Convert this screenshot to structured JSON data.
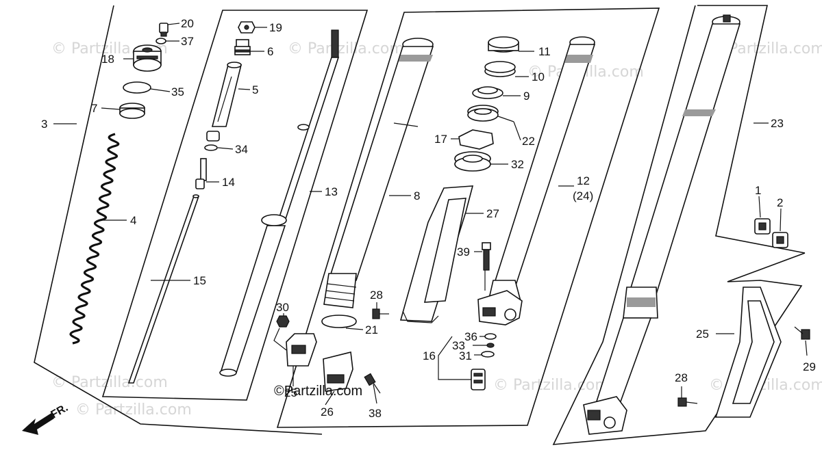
{
  "watermark": {
    "text": "© Partzilla.com"
  },
  "copyright_label": "©Partzilla.com",
  "direction_label": "FR.",
  "parts": {
    "p1": "1",
    "p2": "2",
    "p3": "3",
    "p4": "4",
    "p5": "5",
    "p6": "6",
    "p7": "7",
    "p8": "8",
    "p9": "9",
    "p10": "10",
    "p11": "11",
    "p12": "12",
    "p12_alt": "(24)",
    "p13": "13",
    "p14": "14",
    "p15": "15",
    "p16": "16",
    "p17": "17",
    "p18": "18",
    "p19": "19",
    "p20": "20",
    "p21": "21",
    "p22": "22",
    "p23": "23",
    "p25": "25",
    "p26": "26",
    "p27": "27",
    "p28a": "28",
    "p28b": "28",
    "p29": "29",
    "p30": "30",
    "p31": "31",
    "p32": "32",
    "p33": "33",
    "p34": "34",
    "p35": "35",
    "p36": "36",
    "p37": "37",
    "p38": "38",
    "p39": "39"
  }
}
